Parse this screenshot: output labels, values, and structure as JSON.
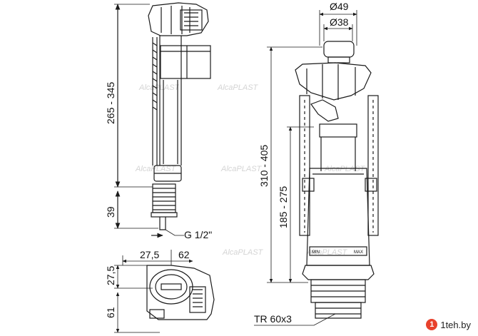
{
  "dimensions": {
    "float_valve_height": "265 - 345",
    "thread_height": "39",
    "thread_size": "G 1/2\"",
    "base_offset": "27,5",
    "base_width": "62",
    "base_side": "27,5",
    "base_depth": "61",
    "cap_outer": "Ø49",
    "cap_inner": "Ø38",
    "flush_height": "310 - 405",
    "flush_lower": "185 - 275",
    "flush_thread": "TR 60x3"
  },
  "labels": {
    "scale_min": "MIN",
    "scale_max": "MAX",
    "watermark": "AlcaPLAST"
  },
  "badge": {
    "text": "1teh.by"
  },
  "colors": {
    "line": "#1a1a1a",
    "accent": "#e8412c",
    "watermark": "#d4d4d4"
  }
}
